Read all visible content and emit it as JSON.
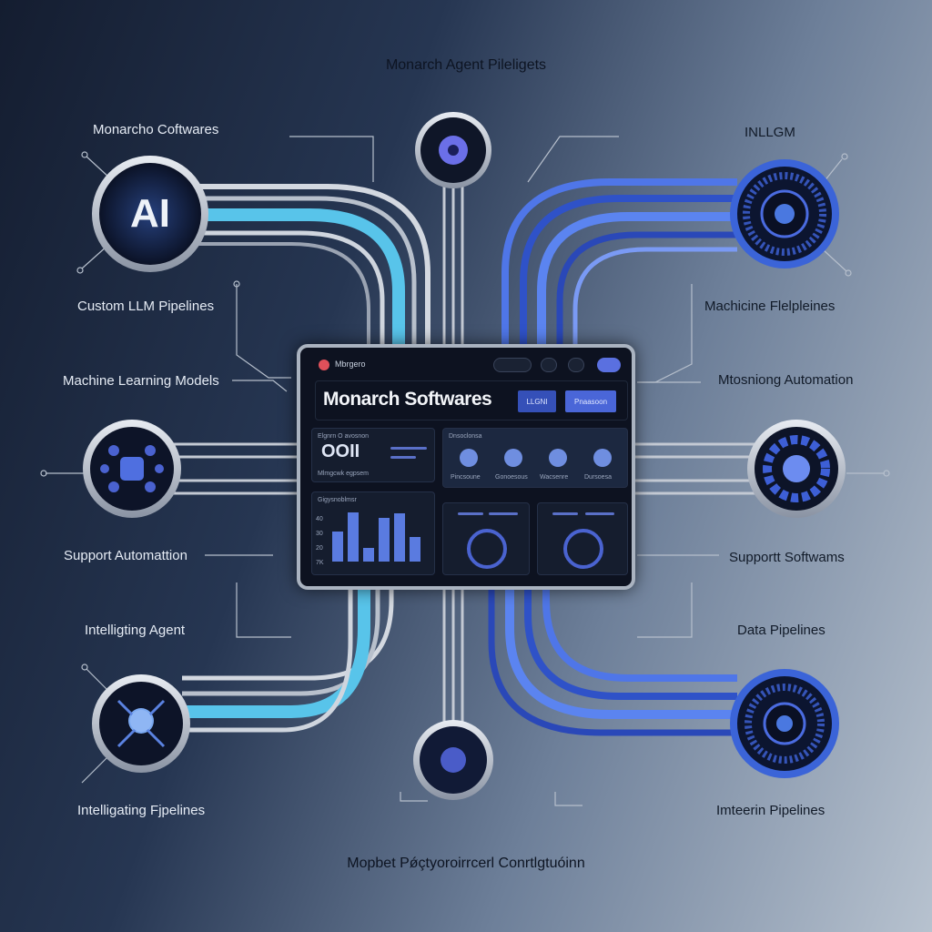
{
  "title_top": "Monarch Agent Pileligets",
  "title_bottom": "Mopbet Pǿçtyoroirrcerl Conrtlgtuóinn",
  "labels_left": [
    "Monarcho Coftwares",
    "Custom LLM Pipelines",
    "Machine Learning Models",
    "Support Automattion",
    "Intelligting Agent",
    "Intelligating Fjpelines"
  ],
  "labels_right": [
    "INLLGM",
    "Machicine Flelpleines",
    "Mtosniong Automation",
    "Supportt Softwams",
    "Data Pipelines",
    "Imteerin Pipelines"
  ],
  "nodes": {
    "ai_badge": "AI"
  },
  "dashboard": {
    "brand": "Mbrgero",
    "title": "Monarch Softwares",
    "button_1": "LLGNI",
    "button_2": "Pnaasoon",
    "stat_caption": "Elgnrn O avosnon",
    "stat_value": "OOII",
    "stat_sub": "Mlmgcwk egpsem",
    "flow_title": "Dnsoclonsa",
    "flow_items": [
      "Pincsoune",
      "Gonoesous",
      "Wacsenre",
      "Dursoesa"
    ],
    "chart_title": "Gigysnoblmsr",
    "chart_values": [
      55,
      90,
      25,
      80,
      88,
      45
    ],
    "chart_yticks": [
      "40",
      "30",
      "20",
      "7K"
    ]
  },
  "colors": {
    "accent_blue": "#3d5fd6",
    "cyan": "#5cc8ec",
    "silver": "#c9ced6",
    "panel": "#0d1220"
  }
}
